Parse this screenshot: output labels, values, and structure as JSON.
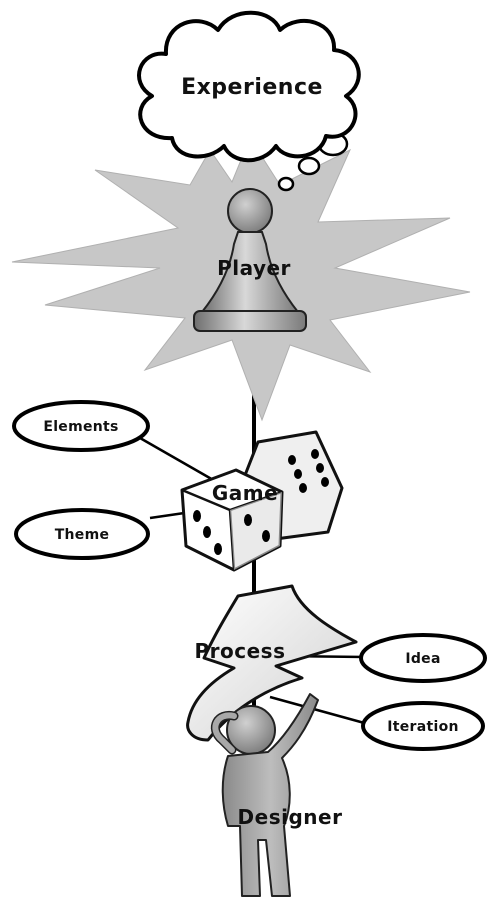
{
  "nodes": {
    "experience": "Experience",
    "player": "Player",
    "game": "Game",
    "process": "Process",
    "designer": "Designer"
  },
  "tags": {
    "elements": "Elements",
    "theme": "Theme",
    "idea": "Idea",
    "iteration": "Iteration"
  }
}
